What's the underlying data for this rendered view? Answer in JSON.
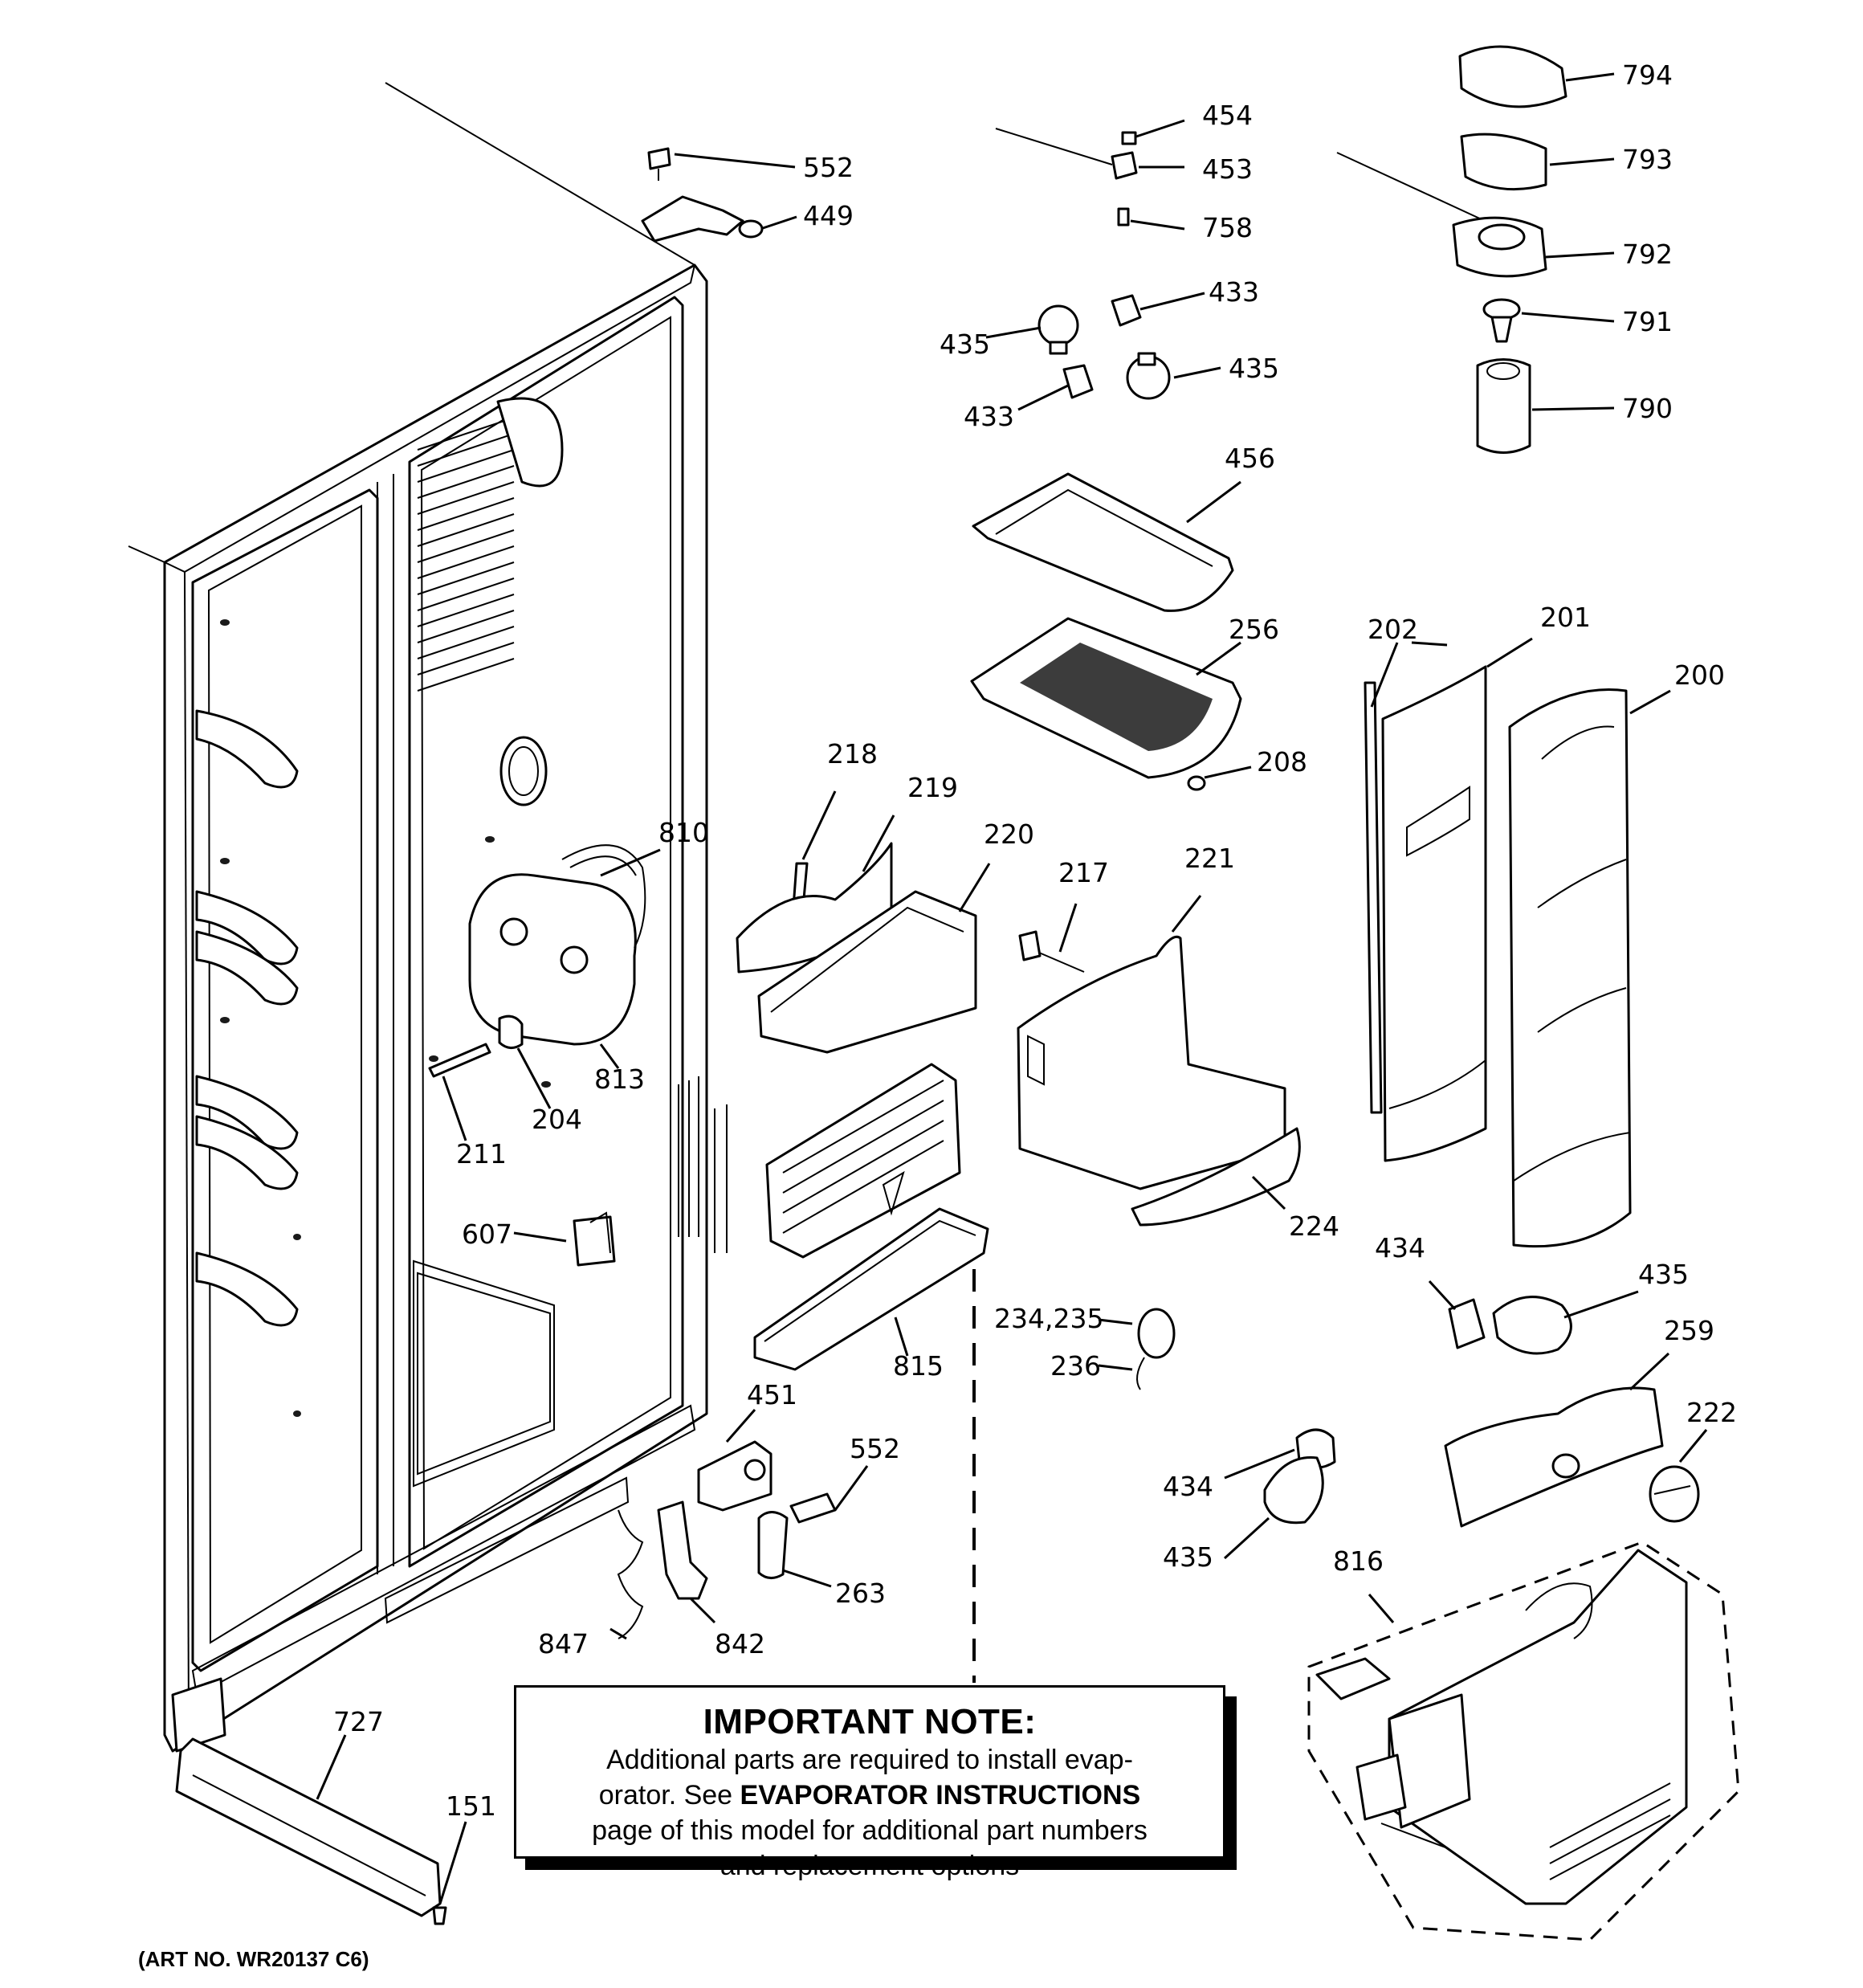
{
  "callouts": {
    "c552a": "552",
    "c449": "449",
    "c454": "454",
    "c453": "453",
    "c758": "758",
    "c433a": "433",
    "c435a": "435",
    "c435b": "435",
    "c433b": "433",
    "c794": "794",
    "c793": "793",
    "c792": "792",
    "c791": "791",
    "c790": "790",
    "c456": "456",
    "c256": "256",
    "c208": "208",
    "c202": "202",
    "c201": "201",
    "c200": "200",
    "c218": "218",
    "c219": "219",
    "c220": "220",
    "c217": "217",
    "c221": "221",
    "c810": "810",
    "c813": "813",
    "c204": "204",
    "c211": "211",
    "c607": "607",
    "c815": "815",
    "c224": "224",
    "c234": "234,235",
    "c236": "236",
    "c434a": "434",
    "c435c": "435",
    "c259": "259",
    "c222": "222",
    "c434b": "434",
    "c435d": "435",
    "c816": "816",
    "c451": "451",
    "c552b": "552",
    "c263": "263",
    "c847": "847",
    "c842": "842",
    "c727": "727",
    "c151": "151"
  },
  "note": {
    "title": "IMPORTANT NOTE:",
    "line1": "Additional parts are required to install evap-",
    "line2_pre": "orator.  See ",
    "line2_strong": "EVAPORATOR INSTRUCTIONS",
    "line3": "page of this model for additional part numbers",
    "line4": "and replacement options"
  },
  "art_number": "(ART NO. WR20137 C6)"
}
